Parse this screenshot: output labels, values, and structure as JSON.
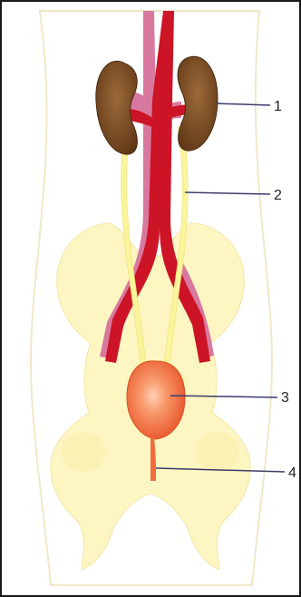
{
  "diagram": {
    "labels": [
      {
        "id": "1",
        "text": "1"
      },
      {
        "id": "2",
        "text": "2"
      },
      {
        "id": "3",
        "text": "3"
      },
      {
        "id": "4",
        "text": "4"
      }
    ]
  },
  "colors": {
    "background": "#ffffff",
    "border": "#1a1a1a",
    "torso_outline": "#f2e6c8",
    "bone": "#fdf6c2",
    "kidney": "#7a4a22",
    "vein": "#d9789f",
    "artery": "#cc1426",
    "ureter": "#faf49a",
    "bladder": "#f26b3d",
    "leader_line": "#3b3c6e"
  }
}
